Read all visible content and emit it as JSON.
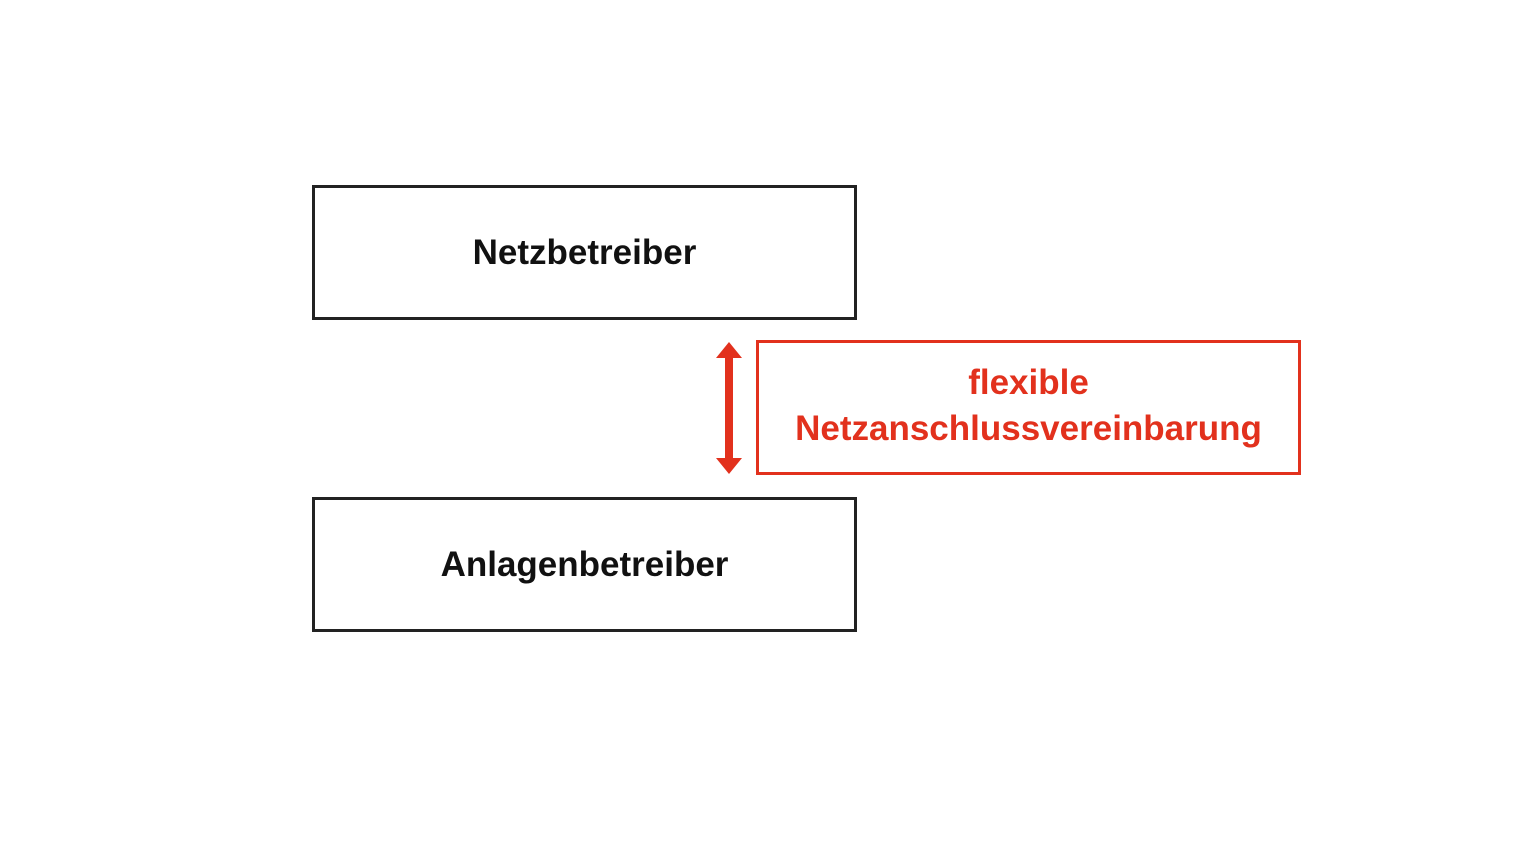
{
  "diagram": {
    "top_box": {
      "label": "Netzbetreiber"
    },
    "bottom_box": {
      "label": "Anlagenbetreiber"
    },
    "agreement_box": {
      "line1": "flexible",
      "line2": "Netzanschlussvereinbarung"
    },
    "connector": {
      "type": "double-headed-arrow",
      "direction": "vertical"
    }
  },
  "colors": {
    "accent": "#e2311d",
    "box_border": "#222222",
    "text": "#111111",
    "background": "#ffffff"
  }
}
